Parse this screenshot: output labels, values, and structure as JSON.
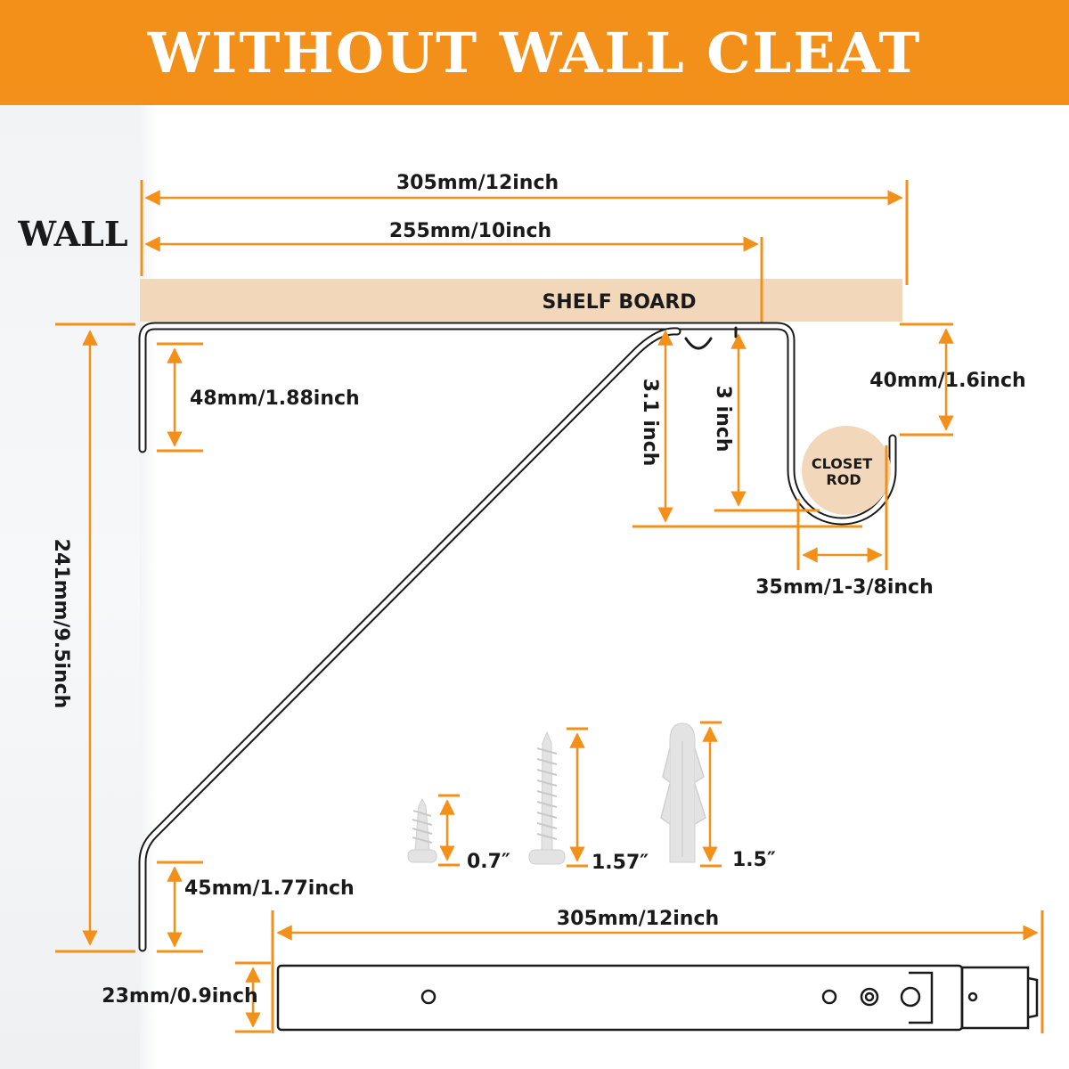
{
  "banner": {
    "title": "WITHOUT WALL CLEAT"
  },
  "labels": {
    "wall": "WALL",
    "shelf_board": "SHELF BOARD",
    "closet_rod_line1": "CLOSET",
    "closet_rod_line2": "ROD"
  },
  "dimensions": {
    "top_width": "305mm/12inch",
    "shelf_depth": "255mm/10inch",
    "back_leg": "48mm/1.88inch",
    "total_height": "241mm/9.5inch",
    "hook_height": "40mm/1.6inch",
    "hook_drop_outer": "3.1 inch",
    "hook_drop_inner": "3 inch",
    "rod_width": "35mm/1-3/8inch",
    "bottom_leg": "45mm/1.77inch",
    "cleat_length": "305mm/12inch",
    "cleat_height": "23mm/0.9inch",
    "screw_small": "0.7″",
    "screw_large": "1.57″",
    "anchor": "1.5″"
  },
  "colors": {
    "accent": "#f39019",
    "shelf": "#f2d7bb",
    "rod": "#f2d7bb",
    "bracket": "#1a1a1a",
    "hardware": "#e3e3e3"
  }
}
